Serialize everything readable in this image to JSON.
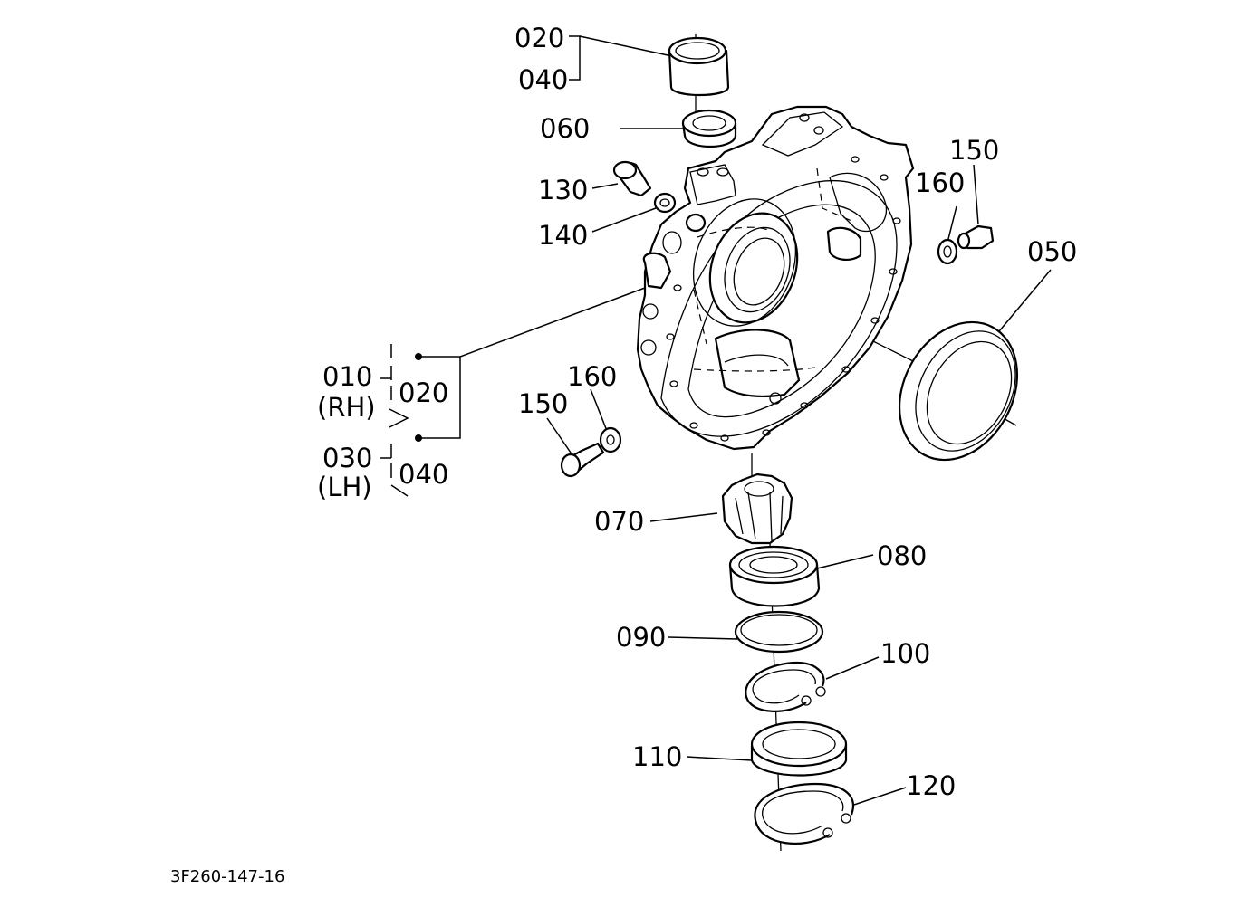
{
  "diagram": {
    "drawing_number": "3F260-147-16",
    "labels": {
      "p020_top": "020",
      "p040_top": "040",
      "p060": "060",
      "p130": "130",
      "p140": "140",
      "p160_right": "160",
      "p150_right": "150",
      "p050": "050",
      "p010": "010",
      "rh": "(RH)",
      "p020_mid": "020",
      "p030": "030",
      "lh": "(LH)",
      "p040_mid": "040",
      "p150_left": "150",
      "p160_left": "160",
      "p070": "070",
      "p080": "080",
      "p090": "090",
      "p100": "100",
      "p110": "110",
      "p120": "120"
    }
  }
}
